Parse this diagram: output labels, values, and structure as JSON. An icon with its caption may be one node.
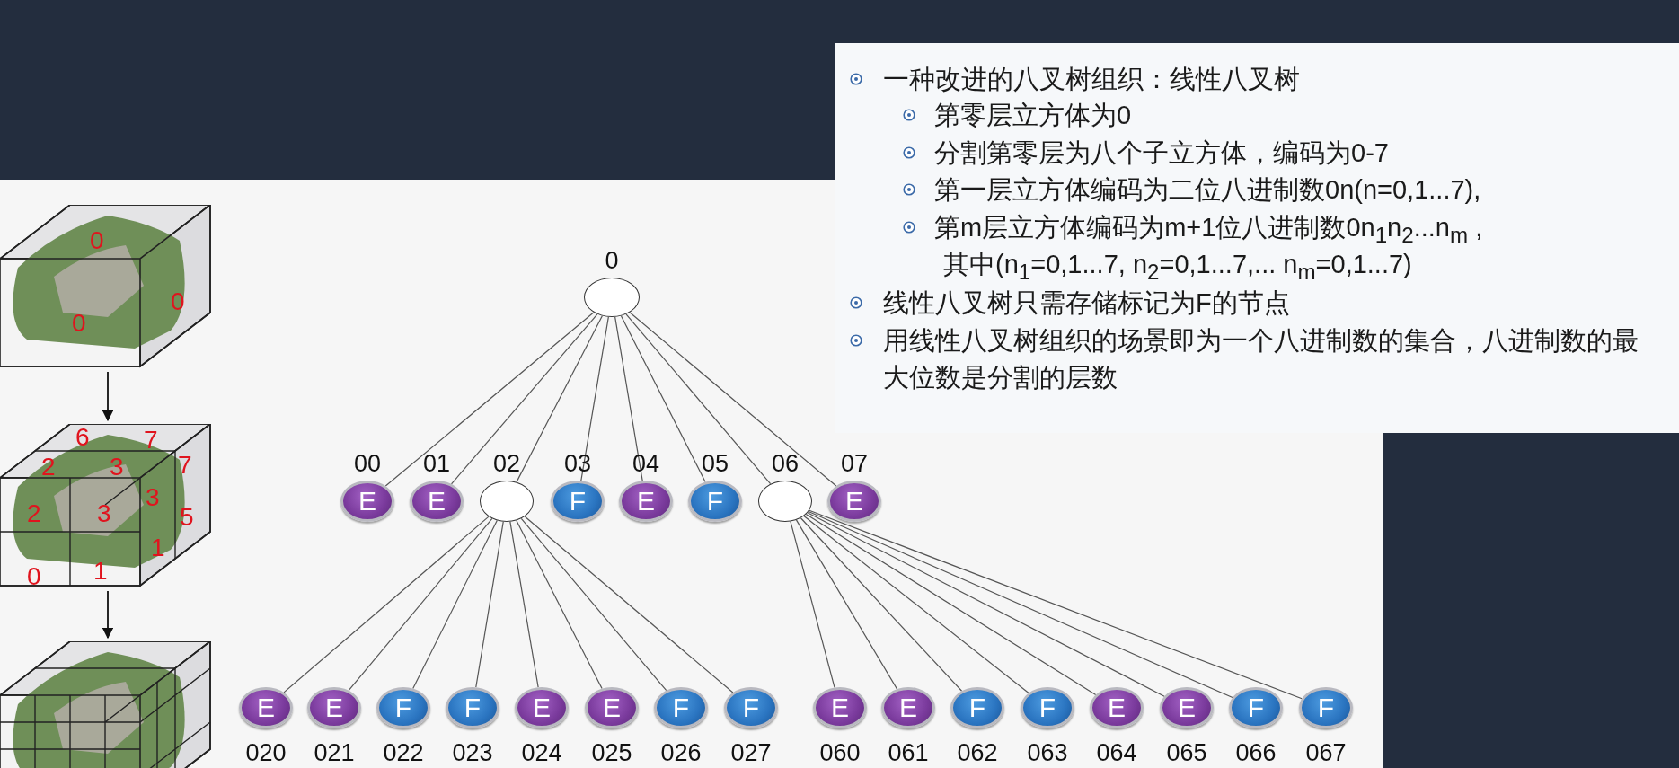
{
  "diagram": {
    "nodes": [
      {
        "text": [
          "0",
          "0",
          "0"
        ]
      },
      {
        "text": [
          "6",
          "7",
          "2",
          "3",
          "7",
          "2",
          "3",
          "3",
          "5",
          "1",
          "0",
          "1"
        ]
      },
      {
        "text": [],
        "shape": "picture"
      },
      {
        "text": [
          "0"
        ]
      },
      {
        "text": [
          "00",
          "E"
        ]
      },
      {
        "text": [
          "01",
          "E"
        ]
      },
      {
        "text": [
          "02"
        ]
      },
      {
        "text": [
          "03",
          "F"
        ]
      },
      {
        "text": [
          "04",
          "E"
        ]
      },
      {
        "text": [
          "05",
          "F"
        ]
      },
      {
        "text": [
          "06"
        ]
      },
      {
        "text": [
          "07",
          "E"
        ]
      },
      {
        "text": [
          "E",
          "020"
        ]
      },
      {
        "text": [
          "E",
          "021"
        ]
      },
      {
        "text": [
          "F",
          "022"
        ]
      },
      {
        "text": [
          "F",
          "023"
        ]
      },
      {
        "text": [
          "E",
          "024"
        ]
      },
      {
        "text": [
          "E",
          "025"
        ]
      },
      {
        "text": [
          "F",
          "026"
        ]
      },
      {
        "text": [
          "F",
          "027"
        ]
      },
      {
        "text": [
          "E",
          "060"
        ]
      },
      {
        "text": [
          "E",
          "061"
        ]
      },
      {
        "text": [
          "F",
          "062"
        ]
      },
      {
        "text": [
          "F",
          "063"
        ]
      },
      {
        "text": [
          "E",
          "064"
        ]
      },
      {
        "text": [
          "E",
          "065"
        ]
      },
      {
        "text": [
          "F",
          "066"
        ]
      },
      {
        "text": [
          "F",
          "067"
        ]
      }
    ],
    "edges": [
      {
        "from": 0,
        "to": 1,
        "arrow": "to"
      },
      {
        "from": 1,
        "to": 2,
        "arrow": "to"
      },
      {
        "from": 3,
        "to": 4,
        "arrow": "none"
      },
      {
        "from": 3,
        "to": 5,
        "arrow": "none"
      },
      {
        "from": 3,
        "to": 6,
        "arrow": "none"
      },
      {
        "from": 3,
        "to": 7,
        "arrow": "none"
      },
      {
        "from": 3,
        "to": 8,
        "arrow": "none"
      },
      {
        "from": 3,
        "to": 9,
        "arrow": "none"
      },
      {
        "from": 3,
        "to": 10,
        "arrow": "none"
      },
      {
        "from": 3,
        "to": 11,
        "arrow": "none"
      },
      {
        "from": 6,
        "to": 12,
        "arrow": "none"
      },
      {
        "from": 6,
        "to": 13,
        "arrow": "none"
      },
      {
        "from": 6,
        "to": 14,
        "arrow": "none"
      },
      {
        "from": 6,
        "to": 15,
        "arrow": "none"
      },
      {
        "from": 6,
        "to": 16,
        "arrow": "none"
      },
      {
        "from": 6,
        "to": 17,
        "arrow": "none"
      },
      {
        "from": 6,
        "to": 18,
        "arrow": "none"
      },
      {
        "from": 6,
        "to": 19,
        "arrow": "none"
      },
      {
        "from": 10,
        "to": 20,
        "arrow": "none"
      },
      {
        "from": 10,
        "to": 21,
        "arrow": "none"
      },
      {
        "from": 10,
        "to": 22,
        "arrow": "none"
      },
      {
        "from": 10,
        "to": 23,
        "arrow": "none"
      },
      {
        "from": 10,
        "to": 24,
        "arrow": "none"
      },
      {
        "from": 10,
        "to": 25,
        "arrow": "none"
      },
      {
        "from": 10,
        "to": 26,
        "arrow": "none"
      },
      {
        "from": 10,
        "to": 27,
        "arrow": "none"
      }
    ],
    "labels": [
      "一种改进的八叉树组织：线性八叉树",
      "第零层立方体为0",
      "分割第零层为八个子立方体，编码为0-7",
      "第一层立方体编码为二位八进制数0n(n=0,1...7),",
      "第m层立方体编码为m+1位八进制数0n$_{1}$n$_{2}$...n$_{m}$ ,",
      "其中(n$_{1}$=0,1...7, n$_{2}$=0,1...7,... n$_{m}$=0,1...7)",
      "线性八叉树只需存储标记为F的节点",
      "用线性八叉树组织的场景即为一个八进制数的集合，八进制数的最大位数是分割的层数"
    ]
  }
}
